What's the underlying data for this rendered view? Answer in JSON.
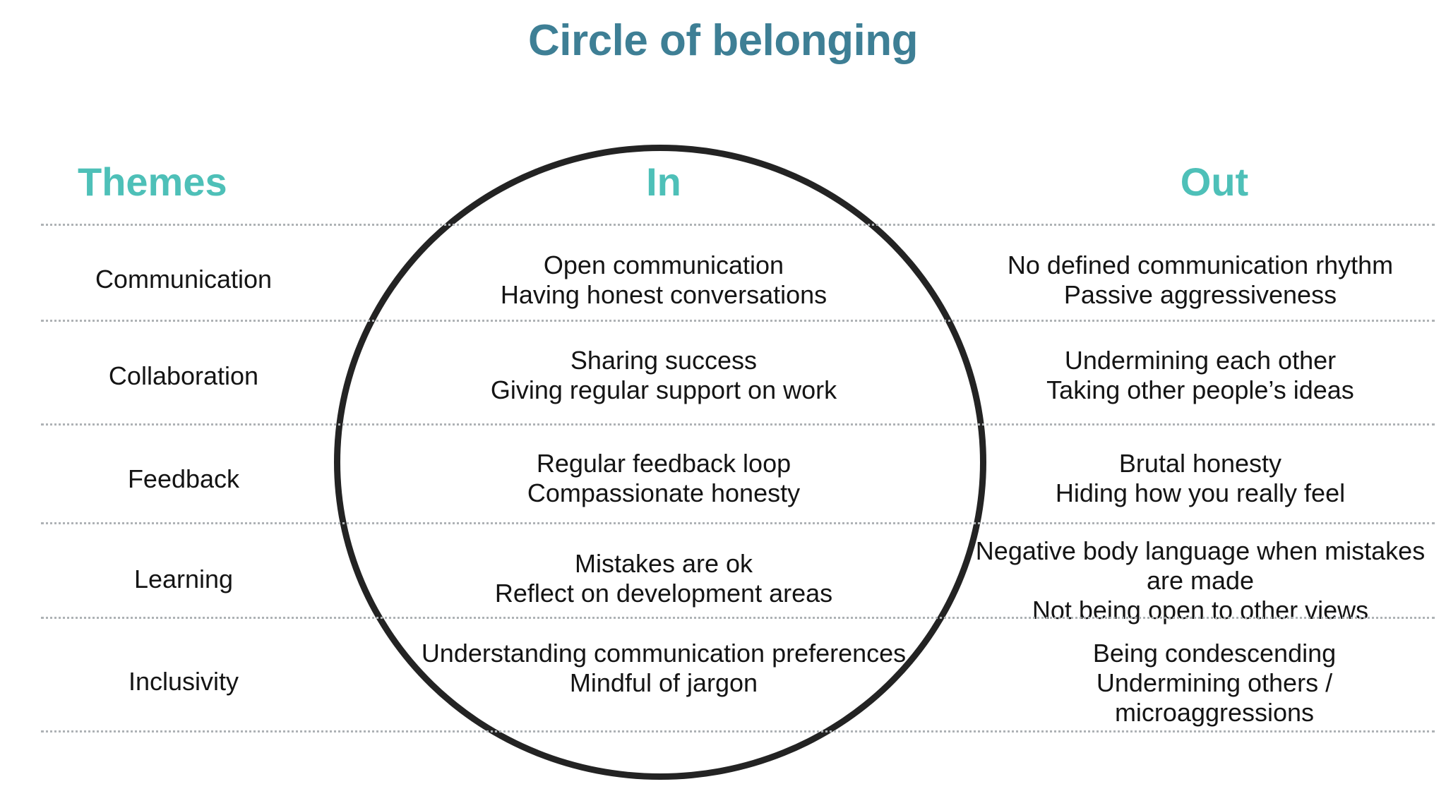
{
  "title": "Circle of belonging",
  "colors": {
    "title": "#3e7f95",
    "header": "#4ec0b8",
    "body_text": "#141414",
    "rule": "#aeb2b5",
    "circle": "#232323"
  },
  "headers": {
    "themes": "Themes",
    "in": "In",
    "out": "Out"
  },
  "rows": [
    {
      "theme": "Communication",
      "in": [
        "Open communication",
        "Having honest conversations"
      ],
      "out": [
        "No defined communication rhythm",
        "Passive aggressiveness"
      ]
    },
    {
      "theme": "Collaboration",
      "in": [
        "Sharing success",
        "Giving regular support on work"
      ],
      "out": [
        "Undermining each other",
        "Taking other people’s ideas"
      ]
    },
    {
      "theme": "Feedback",
      "in": [
        "Regular feedback loop",
        "Compassionate honesty"
      ],
      "out": [
        "Brutal honesty",
        "Hiding how you really feel"
      ]
    },
    {
      "theme": "Learning",
      "in": [
        "Mistakes are ok",
        "Reflect on development areas"
      ],
      "out": [
        "Negative body language when mistakes are made",
        "Not being open to other views"
      ]
    },
    {
      "theme": "Inclusivity",
      "in": [
        "Understanding communication preferences",
        "Mindful of jargon"
      ],
      "out": [
        "Being condescending",
        "Undermining others / microaggressions"
      ]
    }
  ]
}
